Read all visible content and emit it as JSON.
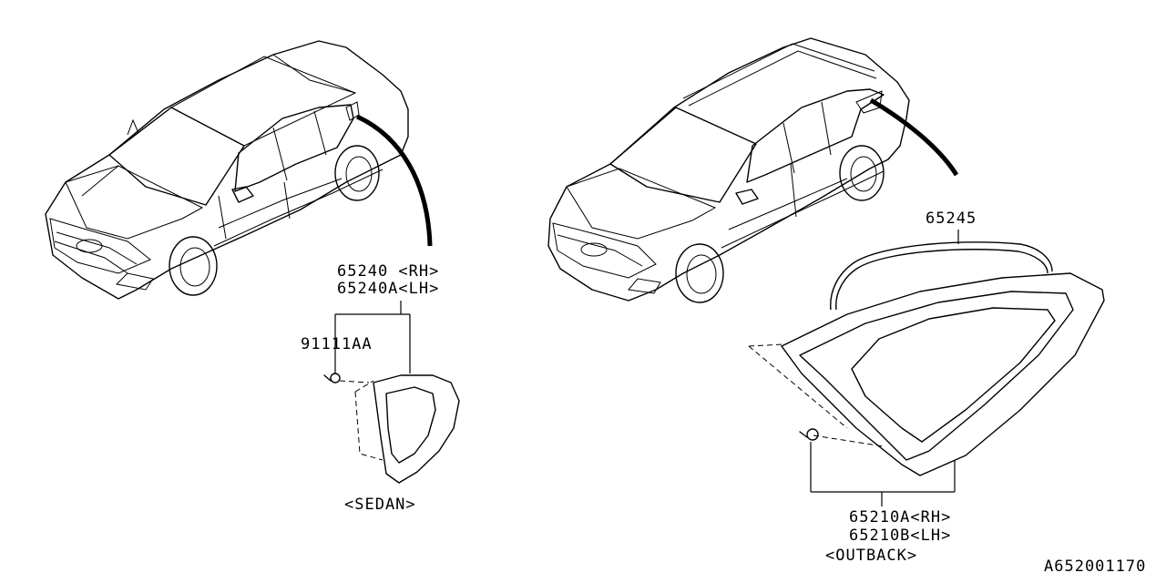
{
  "diagram": {
    "drawing_id": "A652001170",
    "sedan": {
      "part_rh": "65240 <RH>",
      "part_lh": "65240A<LH>",
      "clip": "91111AA",
      "variant": "<SEDAN>"
    },
    "outback": {
      "weatherstrip": "65245",
      "part_rh": "65210A<RH>",
      "part_lh": "65210B<LH>",
      "variant": "<OUTBACK>"
    }
  }
}
